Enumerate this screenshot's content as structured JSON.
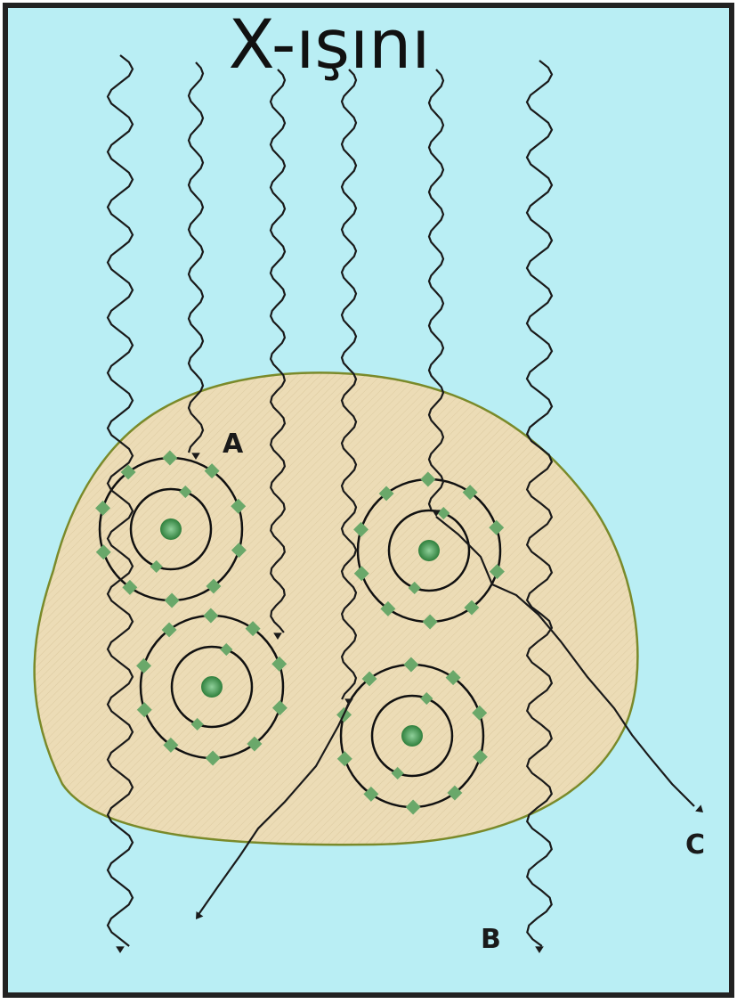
{
  "title": "X-ışını",
  "labels": {
    "a": "A",
    "b": "B",
    "c": "C"
  },
  "colors": {
    "background": "#b9eef4",
    "body_fill": "#ecdcb6",
    "body_stroke": "#7a8a2a",
    "ray": "#1a1a1a",
    "electron": "#6aa86a",
    "nucleus": "#3e8f4a",
    "orbit": "#111111",
    "border": "#222222"
  }
}
